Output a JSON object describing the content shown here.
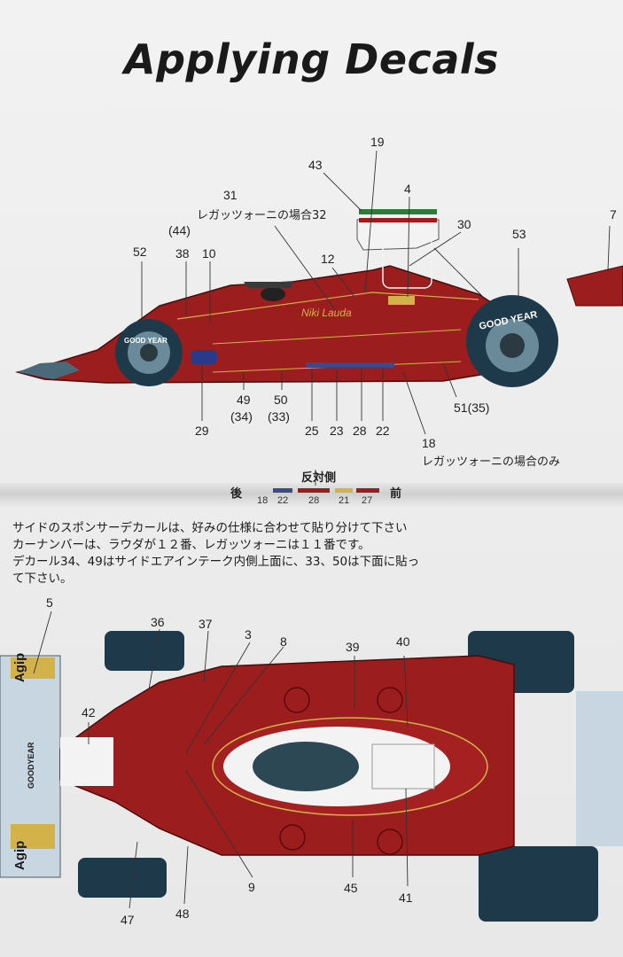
{
  "title": "Applying Decals",
  "side_view": {
    "labels": {
      "l19": "19",
      "l43": "43",
      "l4": "4",
      "l31": "31",
      "l31_note": "レガッツォーニの場合32",
      "l30": "30",
      "l53": "53",
      "l7": "7",
      "l44": "(44)",
      "l52": "52",
      "l38": "38",
      "l10": "10",
      "l12": "12",
      "l49": "49",
      "l34": "(34)",
      "l50": "50",
      "l33": "(33)",
      "l29": "29",
      "l25": "25",
      "l23": "23",
      "l28": "28",
      "l22": "22",
      "l51": "51(35)",
      "l18": "18",
      "l18_note": "レガッツォーニの場合のみ"
    },
    "livery": {
      "driver_name": "Niki Lauda",
      "tyre_brand": "GOOD YEAR"
    },
    "opposite_side": {
      "heading": "反対側",
      "rear": "後",
      "front": "前",
      "numbers": [
        "18",
        "22",
        "28",
        "21",
        "27"
      ]
    }
  },
  "instructions": [
    "サイドのスポンサーデカールは、好みの仕様に合わせて貼り分けて下さい",
    "カーナンバーは、ラウダが１２番、レガッツォーニは１１番です。",
    "デカール34、49はサイドエアインテーク内側上面に、33、50は下面に貼っ",
    "て下さい。"
  ],
  "top_view": {
    "labels": {
      "l5": "5",
      "l36": "36",
      "l37": "37",
      "l3": "3",
      "l8": "8",
      "l39": "39",
      "l40": "40",
      "l42": "42",
      "l9": "9",
      "l45": "45",
      "l41": "41",
      "l47": "47",
      "l48": "48"
    },
    "wing_text": [
      "Agip",
      "GOODYEAR",
      "Agip"
    ]
  },
  "colors": {
    "body_red": "#9b1d1d",
    "body_dark": "#7a1414",
    "tyre": "#1e3a4a",
    "gold": "#d4b24a"
  }
}
